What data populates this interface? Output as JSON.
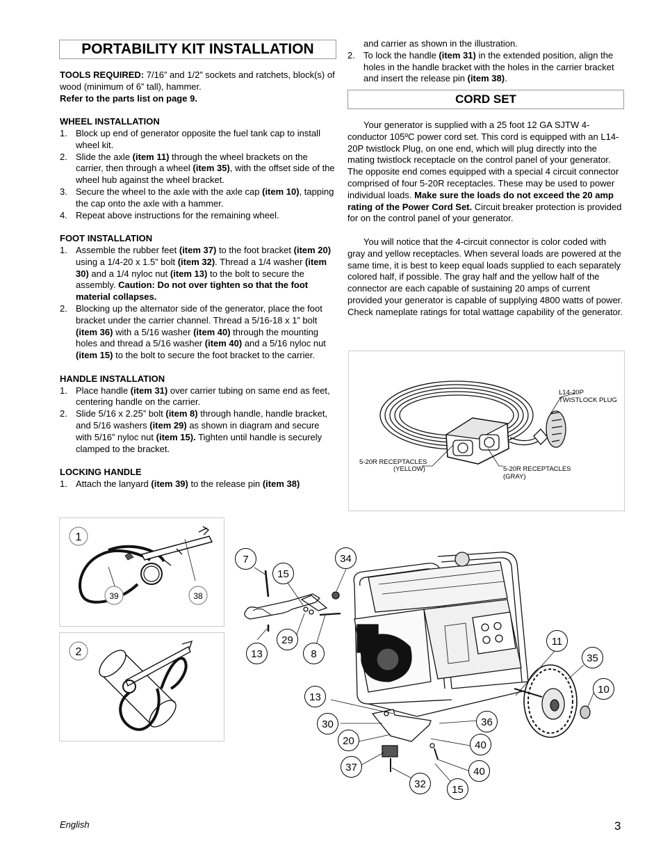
{
  "page": {
    "title": "PORTABILITY KIT INSTALLATION",
    "footer_language": "English",
    "page_number": "3"
  },
  "tools": {
    "label": "TOOLS  REQUIRED:",
    "text": " 7/16” and 1/2” sockets and ratchets, block(s) of wood (minimum of 6” tall), hammer.",
    "refer": "Refer to the parts list on page 9."
  },
  "wheel": {
    "heading": "WHEEL INSTALLATION",
    "s1": "Block up end of generator opposite the fuel tank cap to install wheel kit.",
    "s2a": "Slide the axle ",
    "s2b": "(item 11)",
    "s2c": " through the wheel brackets on the carrier, then through a wheel ",
    "s2d": "(item 35)",
    "s2e": ", with the offset side of the wheel hub against the wheel bracket.",
    "s3a": "Secure the wheel to the axle with the axle cap ",
    "s3b": "(item 10)",
    "s3c": ", tapping the cap onto the axle with a hammer.",
    "s4": "Repeat above instructions for the remaining wheel."
  },
  "foot": {
    "heading": "FOOT INSTALLATION",
    "s1a": "Assemble the rubber feet ",
    "s1b": "(item 37)",
    "s1c": " to the foot bracket ",
    "s1d": "(item 20)",
    "s1e": " using a 1/4-20 x 1.5” bolt ",
    "s1f": "(item 32)",
    "s1g": ".  Thread a 1/4 washer ",
    "s1h": "(item 30)",
    "s1i": " and a 1/4 nyloc nut ",
    "s1j": "(item 13)",
    "s1k": " to the bolt to secure the assembly.  ",
    "s1l": "Caution: Do not over tighten so that  the foot material collapses.",
    "s2a": "Blocking up the alternator side of the generator, place the foot bracket under the carrier channel.  Thread a 5/16-18 x 1” bolt ",
    "s2b": "(item 36)",
    "s2c": " with a 5/16 washer ",
    "s2d": "(item 40)",
    "s2e": "  through the mounting holes and thread a 5/16 washer ",
    "s2f": "(item 40)",
    "s2g": " and a 5/16 nyloc nut ",
    "s2h": "(item 15)",
    "s2i": " to the bolt to secure the foot bracket to the carrier."
  },
  "handle": {
    "heading": "HANDLE INSTALLATION",
    "s1a": "Place handle ",
    "s1b": "(item 31)",
    "s1c": " over carrier tubing on same end as feet, centering handle on the carrier.",
    "s2a": "Slide 5/16 x 2.25” bolt ",
    "s2b": "(item 8)",
    "s2c": " through handle, handle bracket, and 5/16 washers ",
    "s2d": "(item 29)",
    "s2e": " as shown in diagram and secure with 5/16” nyloc nut ",
    "s2f": "(item 15).",
    "s2g": "  Tighten until handle is securely clamped to the bracket."
  },
  "locking": {
    "heading": "LOCKING HANDLE",
    "s1a": "Attach the lanyard ",
    "s1b": "(item 39)",
    "s1c": " to the release pin ",
    "s1d": "(item 38)",
    "s1cont": "and carrier as shown in the illustration.",
    "s2a": "To lock the handle ",
    "s2b": "(item 31)",
    "s2c": " in the extended position, align the holes in the handle bracket with the holes in the carrier bracket and insert the release pin ",
    "s2d": "(item 38)",
    "s2e": "."
  },
  "cord": {
    "heading": "CORD SET",
    "p1a": "Your generator is supplied with a 25 foot 12 GA SJTW 4-conductor 105ºC power cord set.  This cord is equipped with an L14-20P twistlock Plug, on one end, which will plug directly into the mating twistlock receptacle on the control panel of your generator.  The opposite end comes equipped with a special 4 circuit connector comprised of four 5-20R receptacles.   These may be used to power individual loads.  ",
    "p1b": "Make sure the loads do not exceed the 20 amp rating of the Power Cord Set.",
    "p1c": " Circuit breaker protection is provided for on the control panel of your generator.",
    "p2": "You will notice that the 4-circuit connector is color coded with gray and yellow receptacles.  When several loads are powered at the same time, it is best to keep equal loads supplied to each separately colored half, if possible.  The gray half and the yellow half of the connector are each capable of sustaining 20 amps of current provided your generator is capable of supplying 4800 watts of power.  Check nameplate ratings for total wattage capability of the generator.",
    "label_plug_1": "L14-20P",
    "label_plug_2": "TWISTLOCK PLUG",
    "label_yellow_1": "5-20R RECEPTACLES",
    "label_yellow_2": "(YELLOW)",
    "label_gray_1": "5-20R RECEPTACLES",
    "label_gray_2": "(GRAY)"
  },
  "figures": {
    "fig1_number": "1",
    "fig1_lanyard": "39",
    "fig1_pin": "38",
    "fig2_number": "2"
  },
  "callouts": {
    "c7": "7",
    "c15a": "15",
    "c34": "34",
    "c29": "29",
    "c13a": "13",
    "c8": "8",
    "c11": "11",
    "c35": "35",
    "c10": "10",
    "c13b": "13",
    "c30": "30",
    "c36": "36",
    "c20": "20",
    "c40a": "40",
    "c37": "37",
    "c40b": "40",
    "c32": "32",
    "c15b": "15"
  }
}
